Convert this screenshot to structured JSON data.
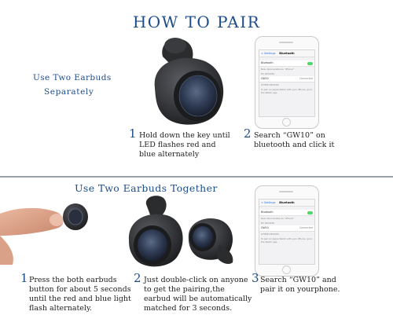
{
  "title": "HOW TO PAIR",
  "section1": {
    "caption_line1": "Use Two Earbuds",
    "caption_line2": "Separately",
    "step1": {
      "num": "1",
      "lines": [
        "Hold down the key until",
        "LED flashes red and",
        "blue alternately"
      ]
    },
    "step2": {
      "num": "2",
      "lines": [
        "Search “GW10” on",
        "bluetooth and click it"
      ]
    }
  },
  "section2": {
    "heading": "Use Two Earbuds Together",
    "step1": {
      "num": "1",
      "lines": [
        "Press the both earbuds",
        "button for about 5 seconds",
        "until the red and blue light",
        "flash alternately."
      ]
    },
    "step2": {
      "num": "2",
      "lines": [
        "Just double-click on anyone",
        "to get the pairing,the",
        "earbud will be automatically",
        "matched for 3 seconds."
      ]
    },
    "step3": {
      "num": "3",
      "lines": [
        "Search “GW10” and",
        "pair it on yourphone."
      ]
    }
  },
  "phone_screen": {
    "back": "< Settings",
    "header": "Bluetooth",
    "bluetooth_label": "Bluetooth",
    "discoverable": "Now discoverable as “iPhone”",
    "my_devices": "MY DEVICES",
    "device_name": "GW10",
    "device_status": "Connected",
    "other_devices": "OTHER DEVICES",
    "footnote": "To pair an Apple Watch with your iPhone, go to the Watch app."
  },
  "colors": {
    "accent_blue": "#1e4d8c",
    "toggle_green": "#4cd964",
    "divider": "#9aa0a6"
  }
}
